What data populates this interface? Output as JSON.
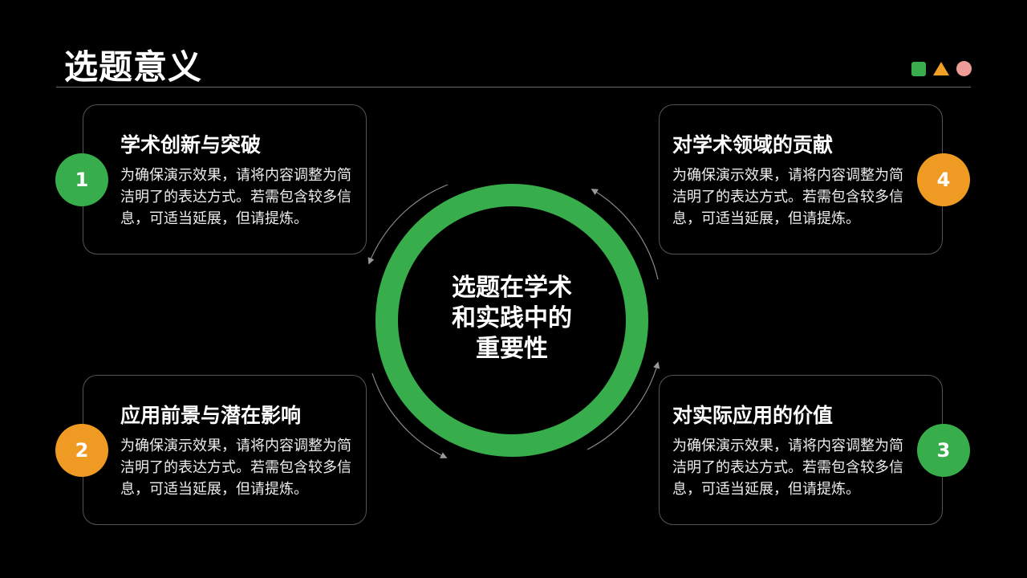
{
  "title": "选题意义",
  "center": {
    "line1": "选题在学术",
    "line2": "和实践中的",
    "line3": "重要性"
  },
  "cards": [
    {
      "number": "1",
      "heading": "学术创新与突破",
      "body": "为确保演示效果，请将内容调整为简洁明了的表达方式。若需包含较多信息，可适当延展，但请提炼。",
      "color": "#37ad4b"
    },
    {
      "number": "2",
      "heading": "应用前景与潜在影响",
      "body": "为确保演示效果，请将内容调整为简洁明了的表达方式。若需包含较多信息，可适当延展，但请提炼。",
      "color": "#ef9a22"
    },
    {
      "number": "3",
      "heading": "对实际应用的价值",
      "body": "为确保演示效果，请将内容调整为简洁明了的表达方式。若需包含较多信息，可适当延展，但请提炼。",
      "color": "#37ad4b"
    },
    {
      "number": "4",
      "heading": "对学术领域的贡献",
      "body": "为确保演示效果，请将内容调整为简洁明了的表达方式。若需包含较多信息，可适当延展，但请提炼。",
      "color": "#ef9a22"
    }
  ],
  "decor_shapes": {
    "square": "#3aae4f",
    "triangle": "#f0a125",
    "circle": "#ef9c96"
  }
}
